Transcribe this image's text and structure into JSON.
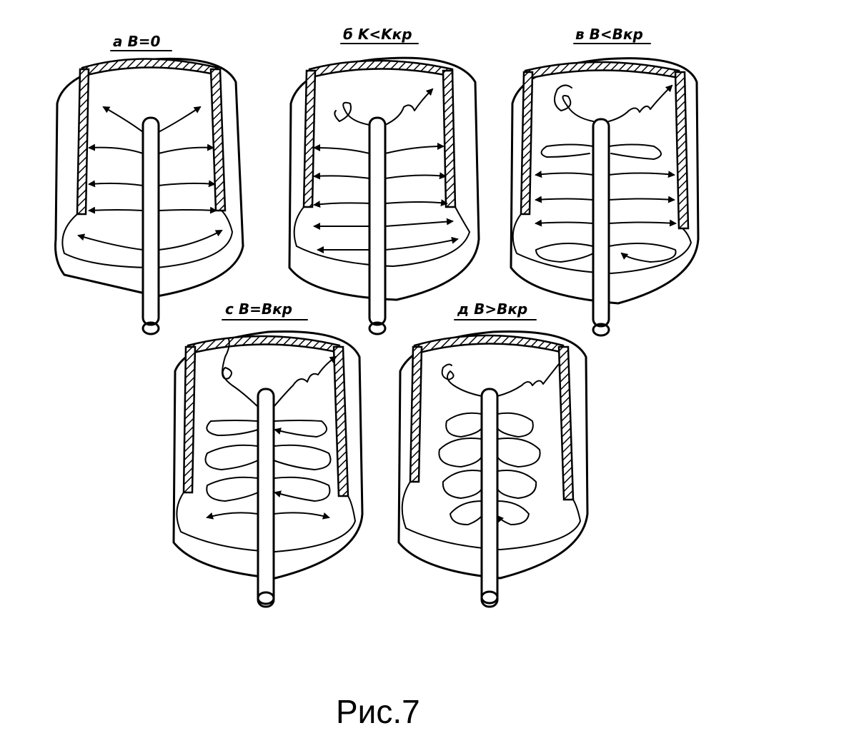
{
  "panels": [
    {
      "id": "a",
      "label": "a B=0",
      "pattern": "radial"
    },
    {
      "id": "b",
      "label": "б K<Kкр",
      "pattern": "radial-loops"
    },
    {
      "id": "v",
      "label": "в B<Bкр",
      "pattern": "radial-more-loops"
    },
    {
      "id": "c",
      "label": "c B=Bкр",
      "pattern": "closed-loops"
    },
    {
      "id": "d",
      "label": "д B>Bкр",
      "pattern": "spiral"
    }
  ],
  "caption": "Рис.7",
  "colors": {
    "ink": "#000000",
    "paper": "#ffffff"
  }
}
